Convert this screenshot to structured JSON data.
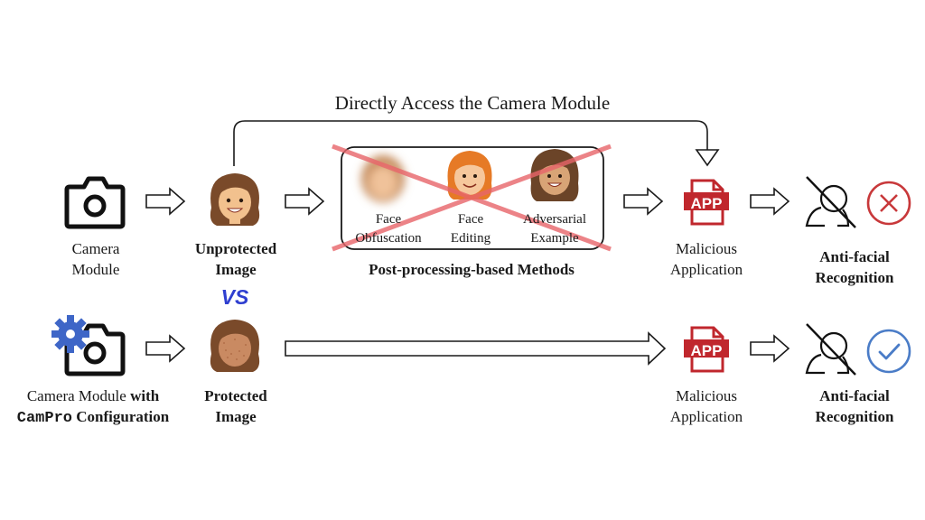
{
  "top_path": {
    "label": "Directly Access the Camera Module"
  },
  "row1": {
    "camera_label_1": "Camera",
    "camera_label_2": "Module",
    "unprotected_1": "Unprotected",
    "unprotected_2": "Image",
    "methods": [
      {
        "line1": "Face",
        "line2": "Obfuscation"
      },
      {
        "line1": "Face",
        "line2": "Editing"
      },
      {
        "line1": "Adversarial",
        "line2": "Example"
      }
    ],
    "methods_caption": "Post-processing-based Methods",
    "app_icon_text": "APP",
    "app_label_1": "Malicious",
    "app_label_2": "Application",
    "result_1": "Anti-facial",
    "result_2": "Recognition"
  },
  "vs_label": "VS",
  "row2": {
    "camera_label_1a": "Camera Module ",
    "camera_label_1b": "with",
    "camera_label_2a": "CamPro",
    "camera_label_2b": " Configuration",
    "protected_1": "Protected",
    "protected_2": "Image",
    "app_icon_text": "APP",
    "app_label_1": "Malicious",
    "app_label_2": "Application",
    "result_1": "Anti-facial",
    "result_2": "Recognition"
  },
  "colors": {
    "app_red": "#c0272d",
    "fail_red": "#c8383a",
    "success_blue": "#4a7cc7",
    "gear_blue": "#3e66c7",
    "vs_blue": "#2f3fd0",
    "cross_red": "#e8656a"
  }
}
